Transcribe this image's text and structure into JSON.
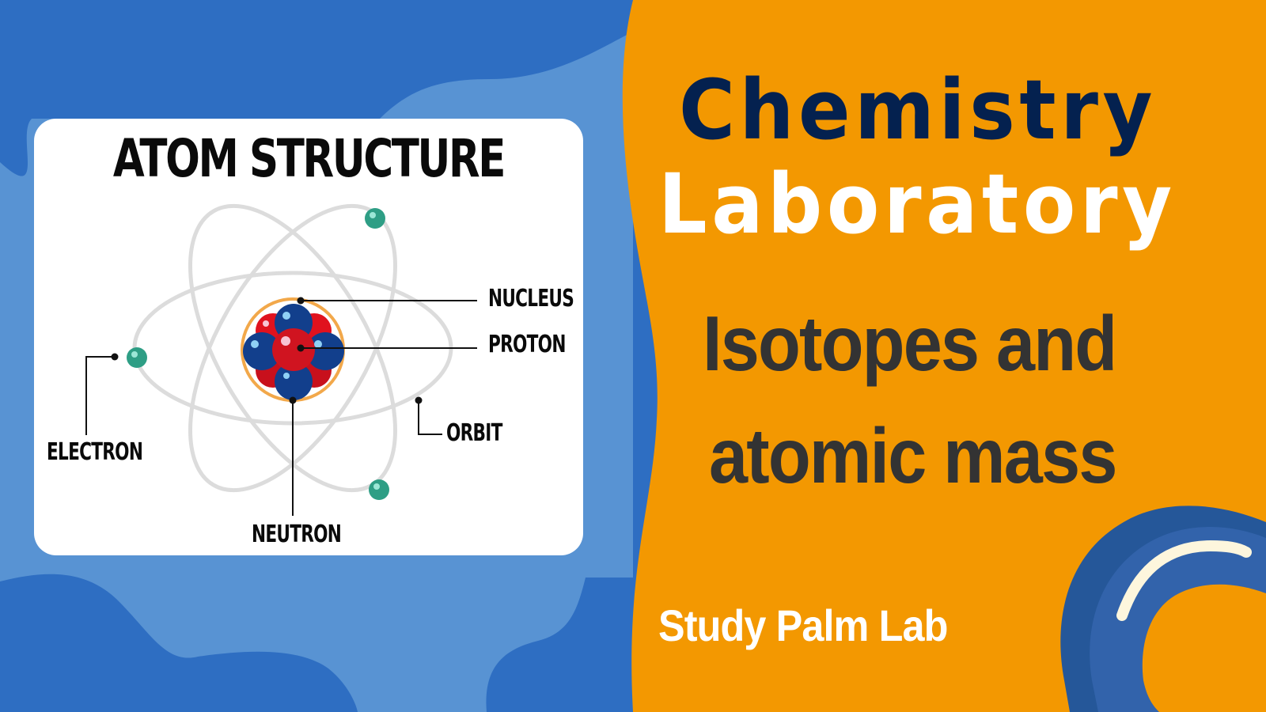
{
  "colors": {
    "blue_dark": "#2e6ec2",
    "blue_light": "#5893d3",
    "orange": "#f39801",
    "navy": "#04214f",
    "text_dark": "#333333",
    "white": "#ffffff",
    "swirl_outer": "#255799",
    "swirl_inner": "#3263ab",
    "swirl_highlight": "#fdf6dd"
  },
  "diagram": {
    "title": "ATOM STRUCTURE",
    "labels": {
      "nucleus": "NUCLEUS",
      "proton": "PROTON",
      "electron": "ELECTRON",
      "orbit": "ORBIT",
      "neutron": "NEUTRON"
    }
  },
  "heading": {
    "line1": "Chemistry",
    "line2": "Laboratory"
  },
  "subtitle": {
    "line1": "Isotopes and",
    "line2": "atomic mass"
  },
  "brand": "Study Palm Lab"
}
